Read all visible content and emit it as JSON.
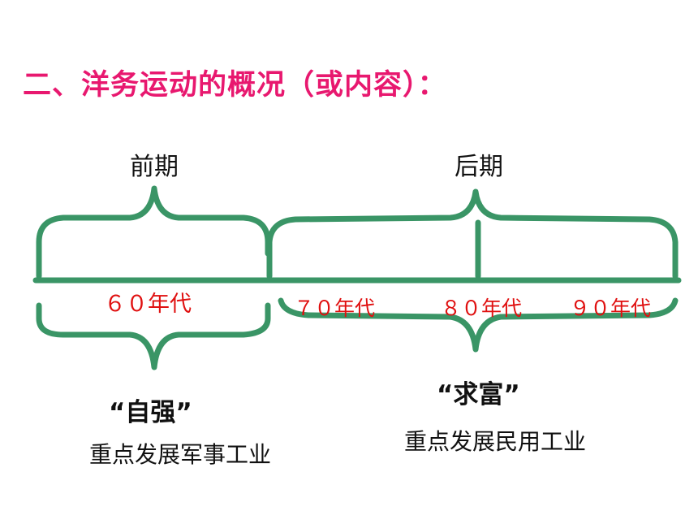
{
  "title": "二、洋务运动的概况（或内容）：",
  "periods": {
    "early": "前期",
    "late": "后期"
  },
  "decades": [
    "６０年代",
    "７０年代",
    "８０年代",
    "９０年代"
  ],
  "early": {
    "slogan": "“自强”",
    "focus": "重点发展军事工业"
  },
  "late": {
    "slogan": "“求富”",
    "focus": "重点发展民用工业"
  },
  "colors": {
    "title": "#e8186f",
    "bracket": "#3a9566",
    "decade": "#e01010",
    "text": "#111111"
  }
}
